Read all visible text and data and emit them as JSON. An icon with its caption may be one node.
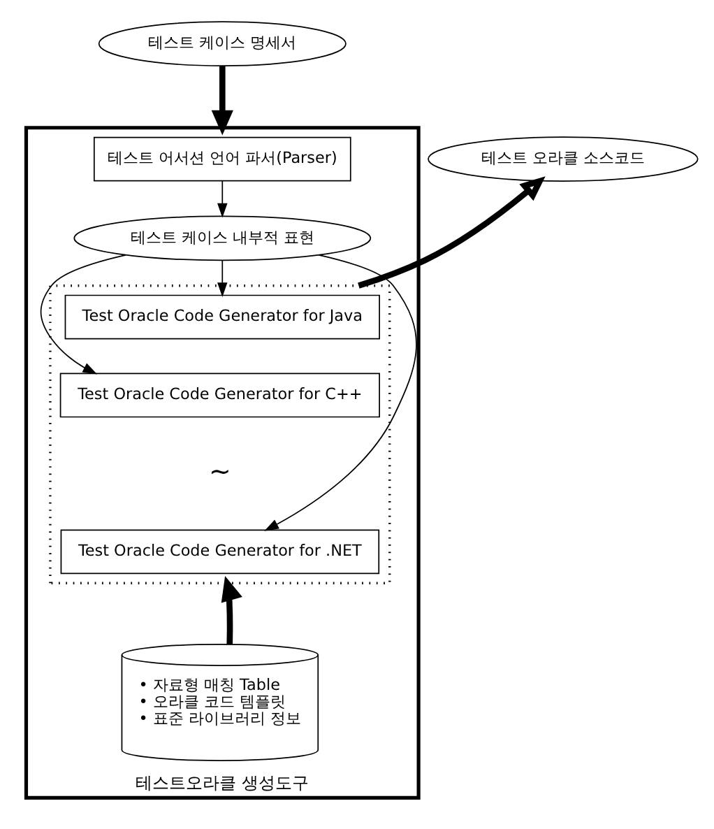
{
  "diagram": {
    "nodes": [
      {
        "text": [
          "테스트 케이스 명세서"
        ]
      },
      {
        "text": [
          "테스트 오라클 소스코드"
        ]
      },
      {
        "text": [
          "테스트오라클 생성도구"
        ]
      },
      {
        "text": [
          "테스트 어서션 언어 파서(Parser)"
        ],
        "in": 2
      },
      {
        "text": [
          "테스트 케이스 내부적 표현"
        ],
        "in": 2
      },
      {
        "text": [],
        "shape": "box",
        "in": 2
      },
      {
        "text": [
          "Test Oracle Code Generator for Java"
        ],
        "in": 5
      },
      {
        "text": [
          "Test Oracle Code Generator for C++"
        ],
        "in": 5
      },
      {
        "text": [
          "Test Oracle Code Generator for .NET"
        ],
        "in": 5
      },
      {
        "text": [
          "• 자료형 매칭 Table",
          "• 오라클 코드 템플릿",
          "• 표준 라이브러리 정보"
        ],
        "in": 2
      }
    ],
    "edges": [
      {
        "from": 0,
        "to": 2,
        "arrow": "to",
        "style": "thick"
      },
      {
        "from": 5,
        "to": 1,
        "arrow": "to",
        "style": "thick"
      },
      {
        "from": 3,
        "to": 4,
        "arrow": "to"
      },
      {
        "from": 4,
        "to": 6,
        "arrow": "to"
      },
      {
        "from": 4,
        "to": 7,
        "arrow": "to"
      },
      {
        "from": 4,
        "to": 8,
        "arrow": "to"
      },
      {
        "from": 9,
        "to": 5,
        "arrow": "to",
        "style": "thick"
      }
    ],
    "labels": [
      "~"
    ]
  }
}
